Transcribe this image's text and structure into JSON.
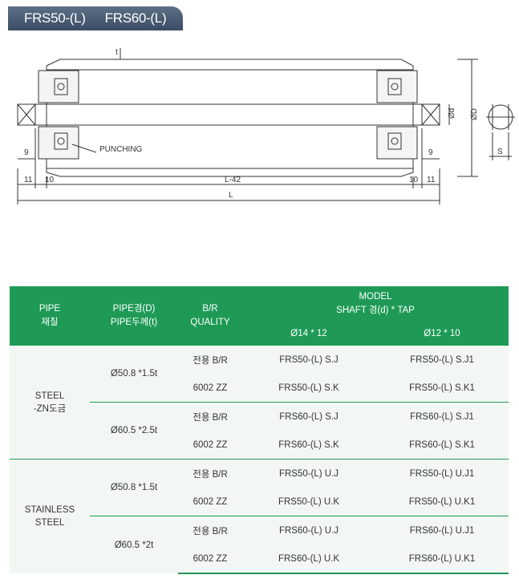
{
  "title": {
    "part1": "FRS50-(L)",
    "part2": "FRS60-(L)"
  },
  "drawing": {
    "labels": {
      "d": "Ød",
      "D": "ØD",
      "S": "S",
      "t": "t",
      "punching": "PUNCHING",
      "dim9_left": "9",
      "dim9_right": "9",
      "dim11_left": "11",
      "dim10_left": "10",
      "dim_l42": "L-42",
      "dim10_right": "10",
      "dim11_right": "11",
      "dim_L": "L"
    }
  },
  "table": {
    "headers": {
      "material": [
        "PIPE",
        "재질"
      ],
      "pipe": [
        "PIPE경(D)",
        "PIPE두께(t)"
      ],
      "quality": [
        "B/R",
        "QUALITY"
      ],
      "model": [
        "MODEL",
        "SHAFT 경(d) * TAP"
      ],
      "col14": "Ø14 * 12",
      "col12": "Ø12 * 10"
    },
    "groups": [
      {
        "material": [
          "STEEL",
          "-ZN도금"
        ],
        "subs": [
          {
            "pipe": "Ø50.8 *1.5t",
            "rows": [
              {
                "quality": "전용 B/R",
                "m14": "FRS50-(L) S.J",
                "m12": "FRS50-(L) S.J1"
              },
              {
                "quality": "6002 ZZ",
                "m14": "FRS50-(L) S.K",
                "m12": "FRS50-(L) S.K1"
              }
            ]
          },
          {
            "pipe": "Ø60.5 *2.5t",
            "rows": [
              {
                "quality": "전용 B/R",
                "m14": "FRS60-(L) S.J",
                "m12": "FRS60-(L) S.J1"
              },
              {
                "quality": "6002 ZZ",
                "m14": "FRS60-(L) S.K",
                "m12": "FRS60-(L) S.K1"
              }
            ]
          }
        ]
      },
      {
        "material": [
          "STAINLESS",
          "STEEL"
        ],
        "subs": [
          {
            "pipe": "Ø50.8 *1.5t",
            "rows": [
              {
                "quality": "전용 B/R",
                "m14": "FRS50-(L) U.J",
                "m12": "FRS50-(L) U.J1"
              },
              {
                "quality": "6002 ZZ",
                "m14": "FRS50-(L) U.K",
                "m12": "FRS50-(L) U.K1"
              }
            ]
          },
          {
            "pipe": "Ø60.5 *2t",
            "rows": [
              {
                "quality": "전용 B/R",
                "m14": "FRS60-(L) U.J",
                "m12": "FRS60-(L) U.J1"
              },
              {
                "quality": "6002 ZZ",
                "m14": "FRS60-(L) U.K",
                "m12": "FRS60-(L) U.K1"
              }
            ]
          }
        ]
      }
    ]
  }
}
